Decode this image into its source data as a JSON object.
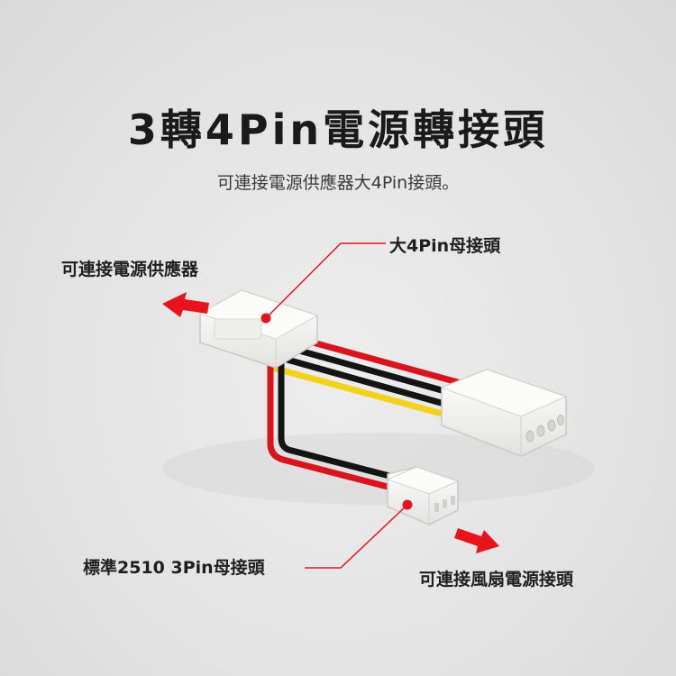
{
  "heading": {
    "title": "3轉4Pin電源轉接頭",
    "subtitle": "可連接電源供應器大4Pin接頭。"
  },
  "callouts": {
    "psu": "可連接電源供應器",
    "big_4pin": "大4Pin母接頭",
    "fan_3pin": "標準2510 3Pin母接頭",
    "fan_power": "可連接風扇電源接頭"
  },
  "colors": {
    "accent": "#e8141b",
    "wire_red": "#d9141b",
    "wire_black": "#141414",
    "wire_yellow": "#f2d21a",
    "connector": "#f6f6f4"
  },
  "icons": [
    "arrow-left-icon",
    "arrow-right-icon"
  ]
}
